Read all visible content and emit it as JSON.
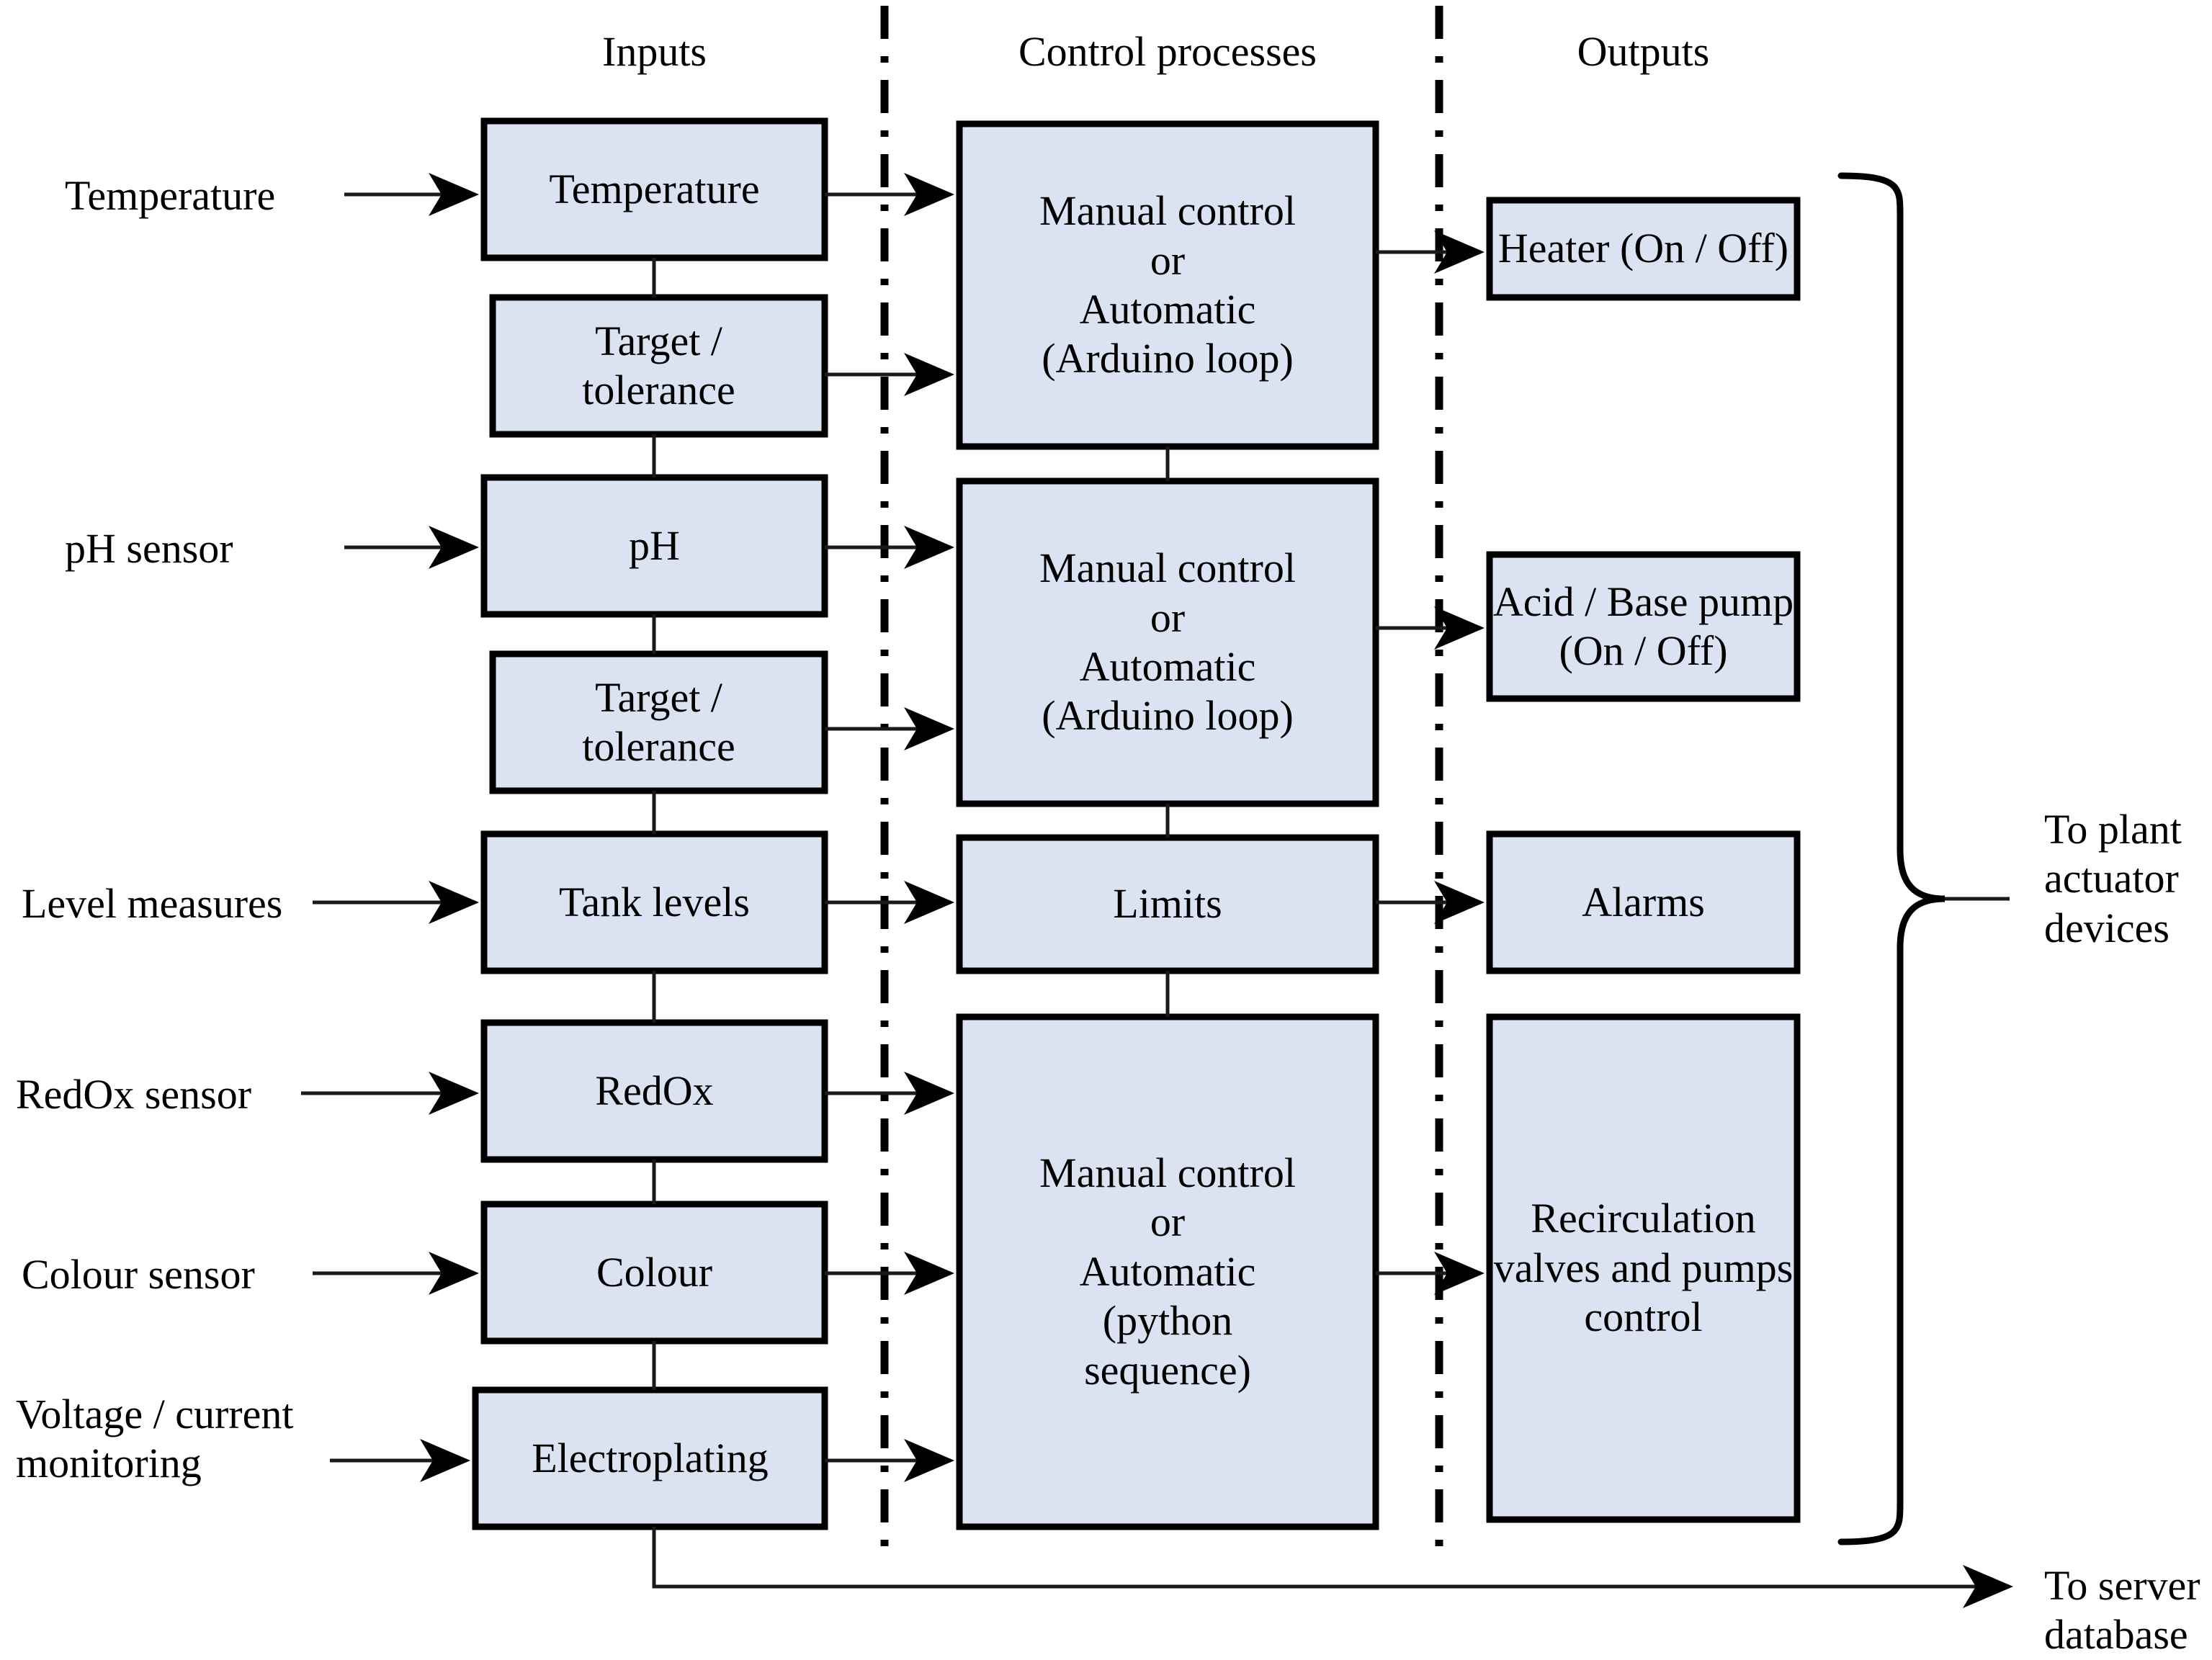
{
  "figure": {
    "type": "block-diagram",
    "title": "Control architecture block diagram",
    "colors": {
      "box_fill": "#DBE2F1",
      "box_stroke": "#000000",
      "line": "#1A1A1A",
      "background": "#FFFFFF"
    }
  },
  "columns": [
    {
      "id": "inputs",
      "label": "Inputs"
    },
    {
      "id": "control",
      "label": "Control processes"
    },
    {
      "id": "outputs",
      "label": "Outputs"
    }
  ],
  "source_labels": [
    {
      "id": "temperature-source",
      "lines": [
        "Temperature"
      ]
    },
    {
      "id": "ph-source",
      "lines": [
        "pH sensor"
      ]
    },
    {
      "id": "level-source",
      "lines": [
        "Level measures"
      ]
    },
    {
      "id": "redox-source",
      "lines": [
        "RedOx sensor"
      ]
    },
    {
      "id": "colour-source",
      "lines": [
        "Colour sensor"
      ]
    },
    {
      "id": "voltage-source",
      "lines": [
        "Voltage / current",
        "monitoring"
      ]
    }
  ],
  "input_boxes": [
    {
      "id": "input-temperature",
      "lines": [
        "Temperature"
      ]
    },
    {
      "id": "input-target-tolerance-temp",
      "lines": [
        "Target /",
        "tolerance"
      ]
    },
    {
      "id": "input-ph",
      "lines": [
        "pH"
      ]
    },
    {
      "id": "input-target-tolerance-ph",
      "lines": [
        "Target /",
        "tolerance"
      ]
    },
    {
      "id": "input-tank-levels",
      "lines": [
        "Tank levels"
      ]
    },
    {
      "id": "input-redox",
      "lines": [
        "RedOx"
      ]
    },
    {
      "id": "input-colour",
      "lines": [
        "Colour"
      ]
    },
    {
      "id": "input-electroplating",
      "lines": [
        "Electroplating"
      ]
    }
  ],
  "control_boxes": [
    {
      "id": "control-temperature-loop",
      "lines": [
        "Manual control",
        "or",
        "Automatic",
        "(Arduino loop)"
      ]
    },
    {
      "id": "control-ph-loop",
      "lines": [
        "Manual control",
        "or",
        "Automatic",
        "(Arduino loop)"
      ]
    },
    {
      "id": "control-limits",
      "lines": [
        "Limits"
      ]
    },
    {
      "id": "control-python-sequence",
      "lines": [
        "Manual control",
        "or",
        "Automatic",
        "(python",
        "sequence)"
      ]
    }
  ],
  "output_boxes": [
    {
      "id": "output-heater",
      "lines": [
        "Heater (On / Off)"
      ]
    },
    {
      "id": "output-acid-base-pump",
      "lines": [
        "Acid / Base pump",
        "(On / Off)"
      ]
    },
    {
      "id": "output-alarms",
      "lines": [
        "Alarms"
      ]
    },
    {
      "id": "output-recirculation",
      "lines": [
        "Recirculation",
        "valves and pumps",
        "control"
      ]
    }
  ],
  "destination_labels": [
    {
      "id": "to-plant-actuator-devices",
      "lines": [
        "To plant",
        "actuator",
        "devices"
      ]
    },
    {
      "id": "to-server-database",
      "lines": [
        "To server",
        "database"
      ]
    }
  ]
}
